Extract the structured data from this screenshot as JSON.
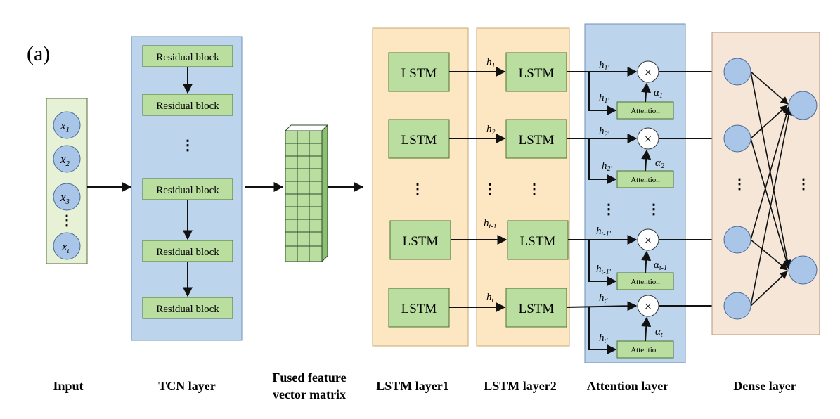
{
  "panel_label": "(a)",
  "inputs": [
    {
      "var": "x",
      "sub": "1"
    },
    {
      "var": "x",
      "sub": "2"
    },
    {
      "var": "x",
      "sub": "3"
    },
    {
      "var": "x",
      "sub": "t"
    }
  ],
  "vertical_ellipsis": "⋮",
  "residual_block_label": "Residual block",
  "lstm_label": "LSTM",
  "attention_label": "Attention",
  "multiply_symbol": "×",
  "hidden_states": [
    {
      "var": "h",
      "sub": "1"
    },
    {
      "var": "h",
      "sub": "2"
    },
    {
      "var": "h",
      "sub": "t-1"
    },
    {
      "var": "h",
      "sub": "t"
    }
  ],
  "attention_hidden": [
    {
      "var": "h",
      "sub": "1'"
    },
    {
      "var": "h",
      "sub": "2'"
    },
    {
      "var": "h",
      "sub": "t-1'"
    },
    {
      "var": "h",
      "sub": "t'"
    }
  ],
  "alphas": [
    {
      "var": "α",
      "sub": "1"
    },
    {
      "var": "α",
      "sub": "2"
    },
    {
      "var": "α",
      "sub": "t-1"
    },
    {
      "var": "α",
      "sub": "t"
    }
  ],
  "layer_labels": {
    "input": "Input",
    "tcn": "TCN layer",
    "fused_line1": "Fused feature",
    "fused_line2": "vector matrix",
    "lstm1": "LSTM layer1",
    "lstm2": "LSTM layer2",
    "attention": "Attention layer",
    "dense": "Dense layer"
  },
  "colors": {
    "input_panel": "#e6f1d6",
    "tcn_panel": "#bdd5ec",
    "lstm_panel": "#fde7c3",
    "attention_panel": "#bdd5ec",
    "dense_panel": "#f6e6d8",
    "green_box": "#b9dea0",
    "node_fill": "#a9c5e8"
  }
}
